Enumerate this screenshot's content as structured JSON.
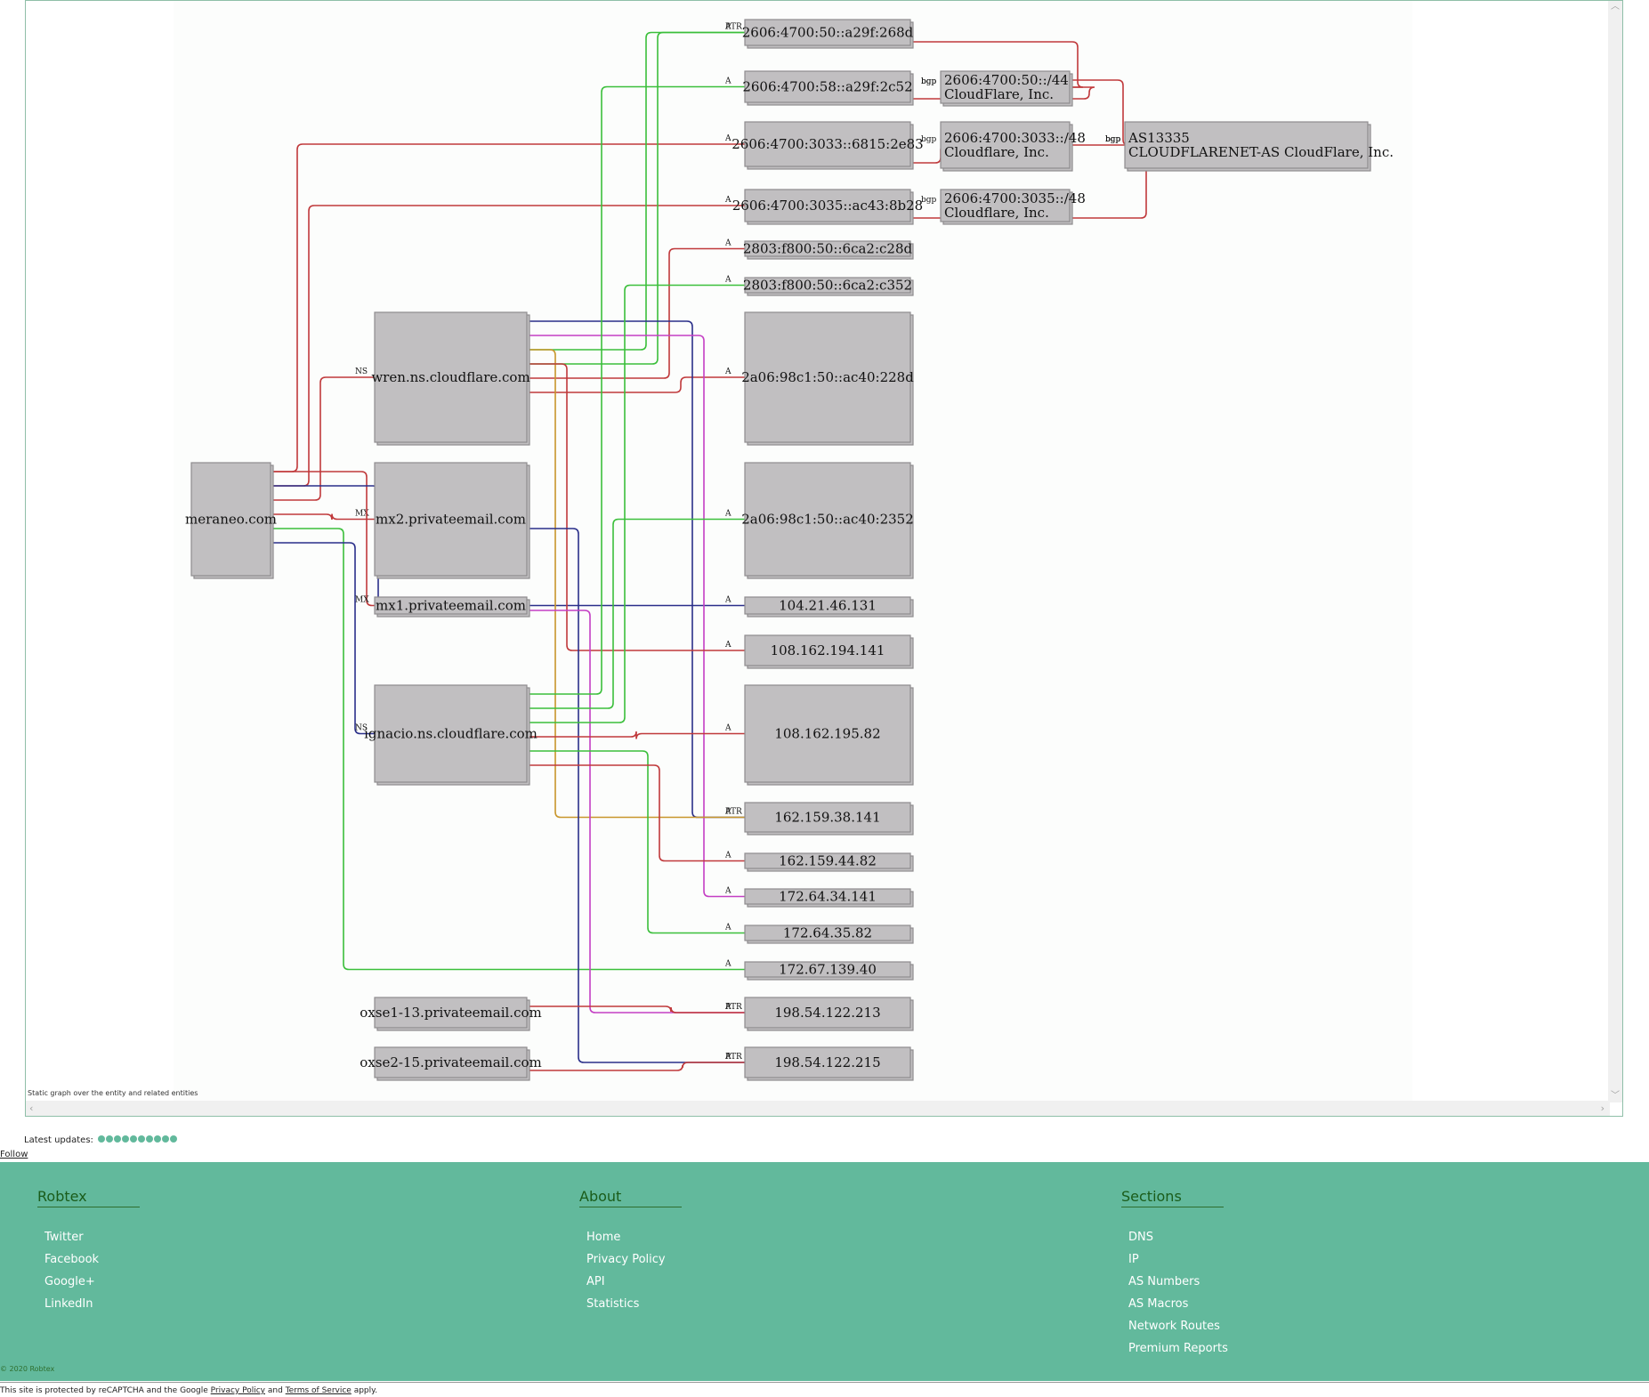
{
  "graph": {
    "caption": "Static graph over the entity and related entities",
    "nodes": [
      {
        "id": "n_a29f268d",
        "label": "2606:4700:50::a29f:268d"
      },
      {
        "id": "n_a29f2c52",
        "label": "2606:4700:58::a29f:2c52"
      },
      {
        "id": "n_44",
        "label": "2606:4700:50::/44\nCloudFlare, Inc."
      },
      {
        "id": "n_6815",
        "label": "2606:4700:3033::6815:2e83"
      },
      {
        "id": "n_3033_48",
        "label": "2606:4700:3033::/48\nCloudflare, Inc."
      },
      {
        "id": "n_as13335",
        "label": "AS13335\nCLOUDFLARENET-AS CloudFlare, Inc."
      },
      {
        "id": "n_ac43",
        "label": "2606:4700:3035::ac43:8b28"
      },
      {
        "id": "n_3035_48",
        "label": "2606:4700:3035::/48\nCloudflare, Inc."
      },
      {
        "id": "n_c28d",
        "label": "2803:f800:50::6ca2:c28d"
      },
      {
        "id": "n_c352",
        "label": "2803:f800:50::6ca2:c352"
      },
      {
        "id": "n_wren",
        "label": "wren.ns.cloudflare.com"
      },
      {
        "id": "n_228d",
        "label": "2a06:98c1:50::ac40:228d"
      },
      {
        "id": "n_meraneo",
        "label": "meraneo.com"
      },
      {
        "id": "n_mx2",
        "label": "mx2.privateemail.com"
      },
      {
        "id": "n_2352",
        "label": "2a06:98c1:50::ac40:2352"
      },
      {
        "id": "n_mx1",
        "label": "mx1.privateemail.com"
      },
      {
        "id": "n_104",
        "label": "104.21.46.131"
      },
      {
        "id": "n_108_194",
        "label": "108.162.194.141"
      },
      {
        "id": "n_ignacio",
        "label": "ignacio.ns.cloudflare.com"
      },
      {
        "id": "n_108_195",
        "label": "108.162.195.82"
      },
      {
        "id": "n_162_38",
        "label": "162.159.38.141"
      },
      {
        "id": "n_162_44",
        "label": "162.159.44.82"
      },
      {
        "id": "n_172_34",
        "label": "172.64.34.141"
      },
      {
        "id": "n_172_35",
        "label": "172.64.35.82"
      },
      {
        "id": "n_172_67",
        "label": "172.67.139.40"
      },
      {
        "id": "n_oxse1",
        "label": "oxse1-13.privateemail.com"
      },
      {
        "id": "n_198_213",
        "label": "198.54.122.213"
      },
      {
        "id": "n_oxse2",
        "label": "oxse2-15.privateemail.com"
      },
      {
        "id": "n_198_215",
        "label": "198.54.122.215"
      }
    ],
    "edges": [
      {
        "from": "n_meraneo",
        "to": "n_6815",
        "label": "A",
        "color": "#c0393b"
      },
      {
        "from": "n_meraneo",
        "to": "n_ac43",
        "label": "A",
        "color": "#c0393b"
      },
      {
        "from": "n_meraneo",
        "to": "n_wren",
        "label": "NS",
        "color": "#c0393b"
      },
      {
        "from": "n_meraneo",
        "to": "n_mx2",
        "label": "MX",
        "color": "#c0393b"
      },
      {
        "from": "n_meraneo",
        "to": "n_172_67",
        "label": "A",
        "color": "#3bbf3b"
      },
      {
        "from": "n_meraneo",
        "to": "n_ignacio",
        "label": "NS",
        "color": "#2a2f8a"
      },
      {
        "from": "n_meraneo",
        "to": "n_mx1",
        "label": "MX",
        "color": "#c0393b"
      },
      {
        "from": "n_meraneo",
        "to": "n_104",
        "label": "A",
        "color": "#2a2f8a"
      },
      {
        "from": "n_wren",
        "to": "n_a29f268d",
        "label": "PTR",
        "color": "#3bbf3b"
      },
      {
        "from": "n_wren",
        "to": "n_a29f268d",
        "label": "A",
        "color": "#3bbf3b"
      },
      {
        "from": "n_wren",
        "to": "n_c28d",
        "label": "A",
        "color": "#c0393b"
      },
      {
        "from": "n_wren",
        "to": "n_228d",
        "label": "A",
        "color": "#c0393b"
      },
      {
        "from": "n_wren",
        "to": "n_162_38",
        "label": "PTR",
        "color": "#2a2f8a"
      },
      {
        "from": "n_wren",
        "to": "n_172_34",
        "label": "A",
        "color": "#c43fc4"
      },
      {
        "from": "n_wren",
        "to": "n_162_38",
        "label": "A",
        "color": "#c8962b"
      },
      {
        "from": "n_wren",
        "to": "n_108_194",
        "label": "A",
        "color": "#c0393b"
      },
      {
        "from": "n_mx2",
        "to": "n_198_215",
        "label": "A",
        "color": "#2a2f8a"
      },
      {
        "from": "n_mx1",
        "to": "n_198_213",
        "label": "A",
        "color": "#c43fc4"
      },
      {
        "from": "n_ignacio",
        "to": "n_a29f2c52",
        "label": "A",
        "color": "#3bbf3b"
      },
      {
        "from": "n_ignacio",
        "to": "n_2352",
        "label": "A",
        "color": "#3bbf3b"
      },
      {
        "from": "n_ignacio",
        "to": "n_c352",
        "label": "A",
        "color": "#3bbf3b"
      },
      {
        "from": "n_ignacio",
        "to": "n_108_195",
        "label": "A",
        "color": "#c0393b"
      },
      {
        "from": "n_ignacio",
        "to": "n_172_35",
        "label": "A",
        "color": "#3bbf3b"
      },
      {
        "from": "n_ignacio",
        "to": "n_162_44",
        "label": "A",
        "color": "#c0393b"
      },
      {
        "from": "n_oxse1",
        "to": "n_198_213",
        "label": "PTR",
        "color": "#c0393b"
      },
      {
        "from": "n_oxse2",
        "to": "n_198_215",
        "label": "PTR",
        "color": "#c0393b"
      },
      {
        "from": "n_a29f268d",
        "to": "n_44",
        "label": "bgp",
        "color": "#c0393b"
      },
      {
        "from": "n_a29f2c52",
        "to": "n_44",
        "label": "bgp",
        "color": "#c0393b"
      },
      {
        "from": "n_6815",
        "to": "n_3033_48",
        "label": "bgp",
        "color": "#c0393b"
      },
      {
        "from": "n_ac43",
        "to": "n_3035_48",
        "label": "bgp",
        "color": "#c0393b"
      },
      {
        "from": "n_44",
        "to": "n_as13335",
        "label": "bgp",
        "color": "#c0393b"
      },
      {
        "from": "n_3033_48",
        "to": "n_as13335",
        "label": "bgp",
        "color": "#c0393b"
      },
      {
        "from": "n_3035_48",
        "to": "n_as13335",
        "label": "bgp",
        "color": "#c0393b"
      }
    ]
  },
  "updates": {
    "label": "Latest updates:",
    "count": 10
  },
  "follow_label": "Follow",
  "footer": {
    "columns": [
      {
        "title": "Robtex",
        "items": [
          "Twitter",
          "Facebook",
          "Google+",
          "LinkedIn"
        ]
      },
      {
        "title": "About",
        "items": [
          "Home",
          "Privacy Policy",
          "API",
          "Statistics"
        ]
      },
      {
        "title": "Sections",
        "items": [
          "DNS",
          "IP",
          "AS Numbers",
          "AS Macros",
          "Network Routes",
          "Premium Reports"
        ]
      }
    ],
    "copyright": "© 2020 Robtex"
  },
  "recaptcha": {
    "prefix": "This site is protected by reCAPTCHA and the Google ",
    "privacy": "Privacy Policy",
    "and": " and ",
    "terms": "Terms of Service",
    "suffix": " apply."
  },
  "colors": {
    "footer_bg": "#62b99c",
    "node_fill": "#c1bfc1",
    "edge_red": "#c0393b",
    "edge_green": "#3bbf3b",
    "edge_navy": "#2a2f8a",
    "edge_magenta": "#c43fc4",
    "edge_orange": "#c8962b"
  }
}
